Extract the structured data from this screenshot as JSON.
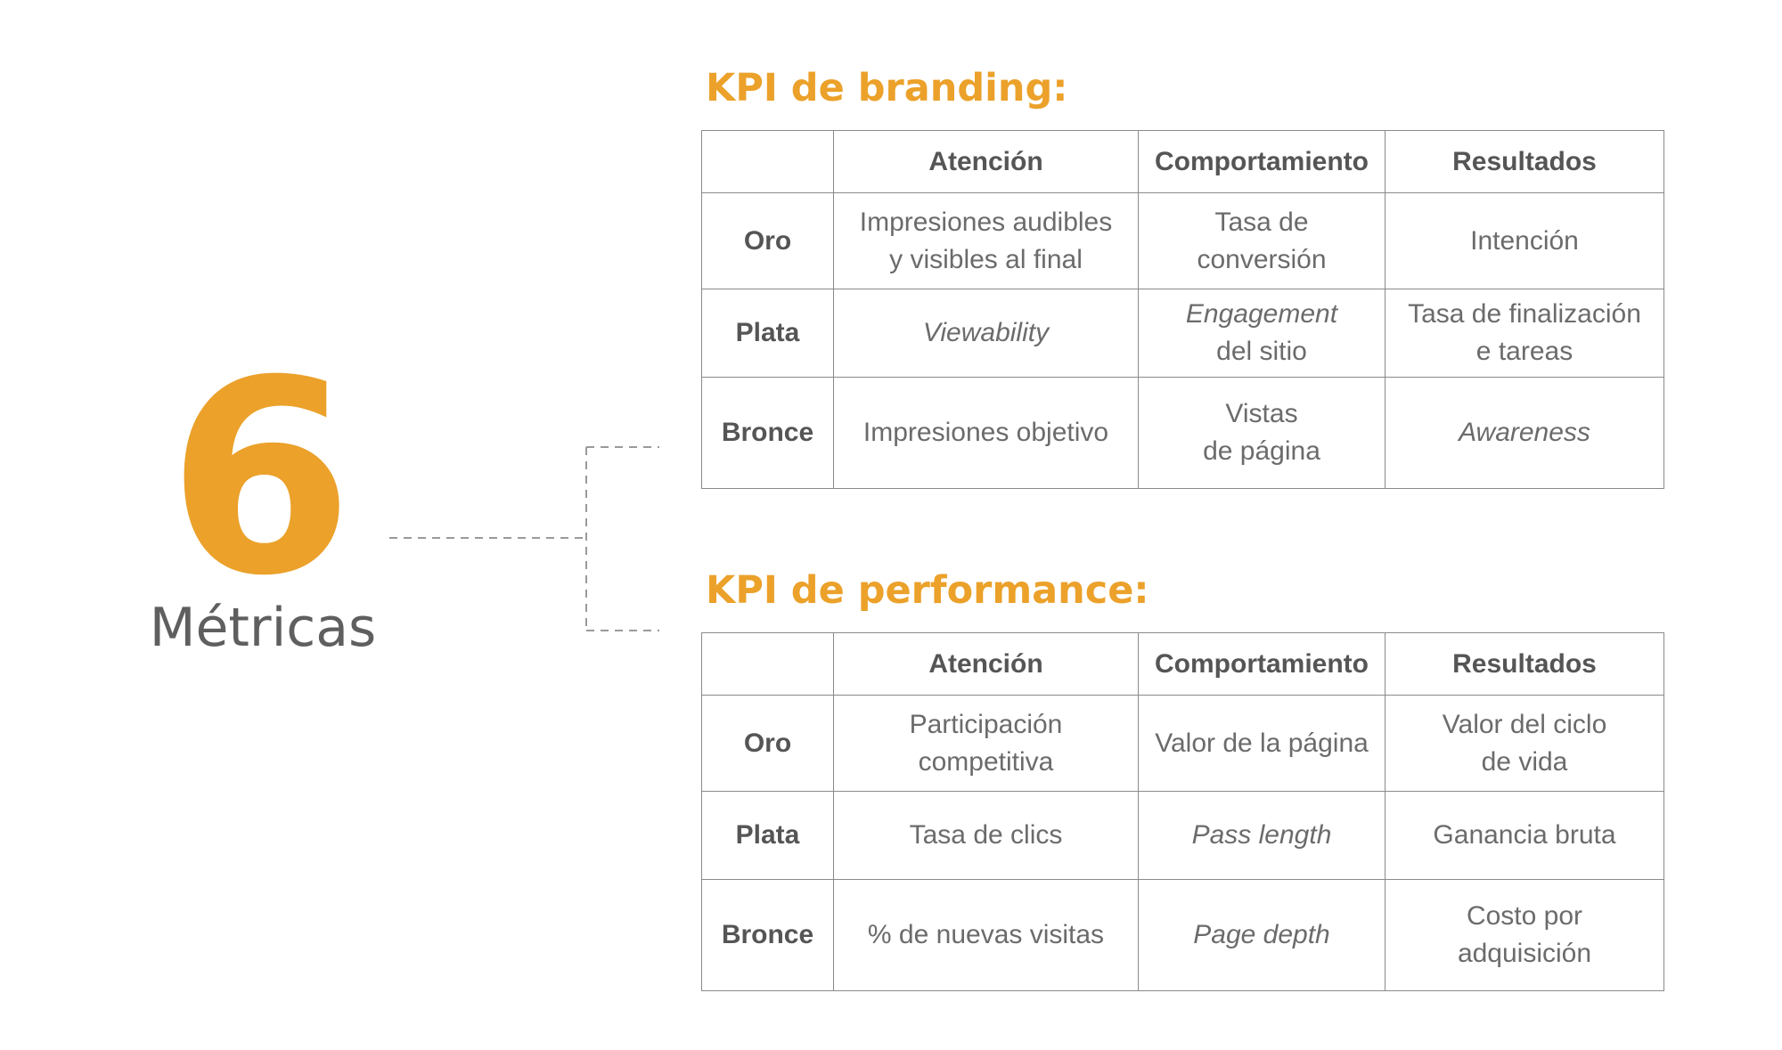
{
  "left": {
    "number": "6",
    "label": "Métricas"
  },
  "colors": {
    "accent": "#eba12a",
    "text": "#5f5f5f",
    "border": "#8a8a8a"
  },
  "branding": {
    "title": "KPI de branding:",
    "headers": [
      "",
      "Atención",
      "Comportamiento",
      "Resultados"
    ],
    "rows": [
      {
        "label": "Oro",
        "cells": [
          {
            "text": "Impresiones audibles\ny visibles al final",
            "italic": false
          },
          {
            "text": "Tasa de conversión",
            "italic": false
          },
          {
            "text": "Intención",
            "italic": false
          }
        ]
      },
      {
        "label": "Plata",
        "cells": [
          {
            "text": "Viewability",
            "italic": true
          },
          {
            "text": "Engagement",
            "italic": true,
            "extra": "del sitio"
          },
          {
            "text": "Tasa de finalización\ne tareas",
            "italic": false
          }
        ]
      },
      {
        "label": "Bronce",
        "cells": [
          {
            "text": "Impresiones objetivo",
            "italic": false
          },
          {
            "text": "Vistas\nde página",
            "italic": false
          },
          {
            "text": "Awareness",
            "italic": true
          }
        ]
      }
    ]
  },
  "performance": {
    "title": "KPI de performance:",
    "headers": [
      "",
      "Atención",
      "Comportamiento",
      "Resultados"
    ],
    "rows": [
      {
        "label": "Oro",
        "cells": [
          {
            "text": "Participación\ncompetitiva",
            "italic": false
          },
          {
            "text": "Valor de la página",
            "italic": false
          },
          {
            "text": "Valor del ciclo\nde vida",
            "italic": false
          }
        ]
      },
      {
        "label": "Plata",
        "cells": [
          {
            "text": "Tasa de clics",
            "italic": false
          },
          {
            "text": "Pass length",
            "italic": true
          },
          {
            "text": "Ganancia bruta",
            "italic": false
          }
        ]
      },
      {
        "label": "Bronce",
        "cells": [
          {
            "text": "% de nuevas visitas",
            "italic": false
          },
          {
            "text": "Page depth",
            "italic": true
          },
          {
            "text": "Costo por\nadquisición",
            "italic": false
          }
        ]
      }
    ]
  }
}
